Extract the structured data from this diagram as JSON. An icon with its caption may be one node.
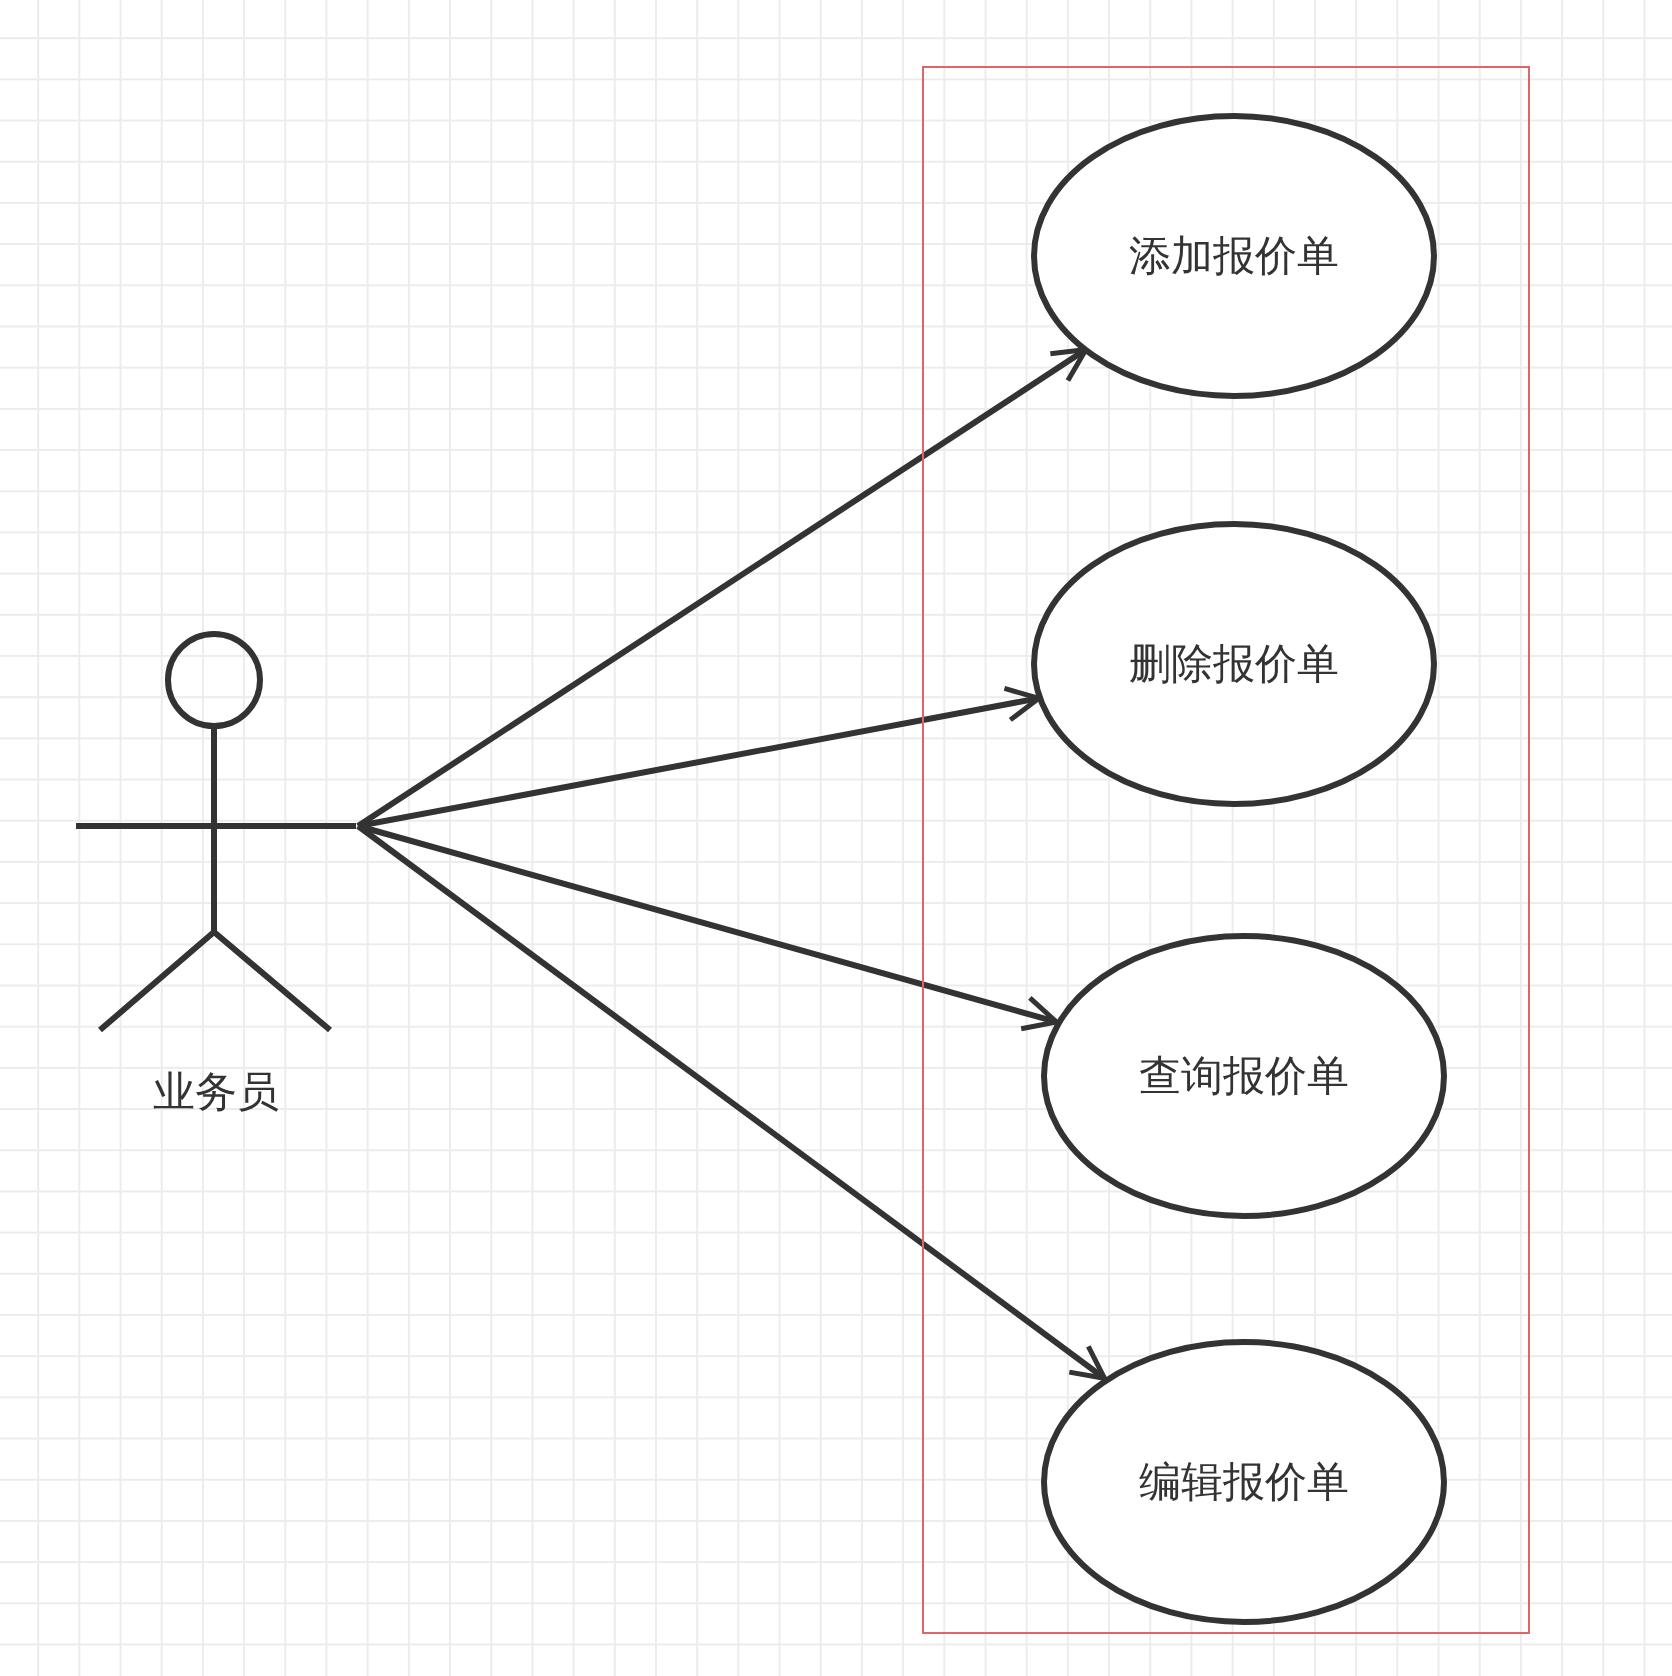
{
  "diagram": {
    "nodes": [
      {
        "text": [
          "业务员"
        ]
      },
      {
        "text": [],
        "shape": "box"
      },
      {
        "text": [
          "添加报价单"
        ],
        "in": 1
      },
      {
        "text": [
          "删除报价单"
        ],
        "in": 1
      },
      {
        "text": [
          "查询报价单"
        ],
        "in": 1
      },
      {
        "text": [
          "编辑报价单"
        ],
        "in": 1
      }
    ],
    "edges": [
      {
        "from": 0,
        "to": 2,
        "arrow": "to"
      },
      {
        "from": 0,
        "to": 3,
        "arrow": "to"
      },
      {
        "from": 0,
        "to": 4,
        "arrow": "to"
      },
      {
        "from": 0,
        "to": 5,
        "arrow": "to"
      }
    ]
  }
}
